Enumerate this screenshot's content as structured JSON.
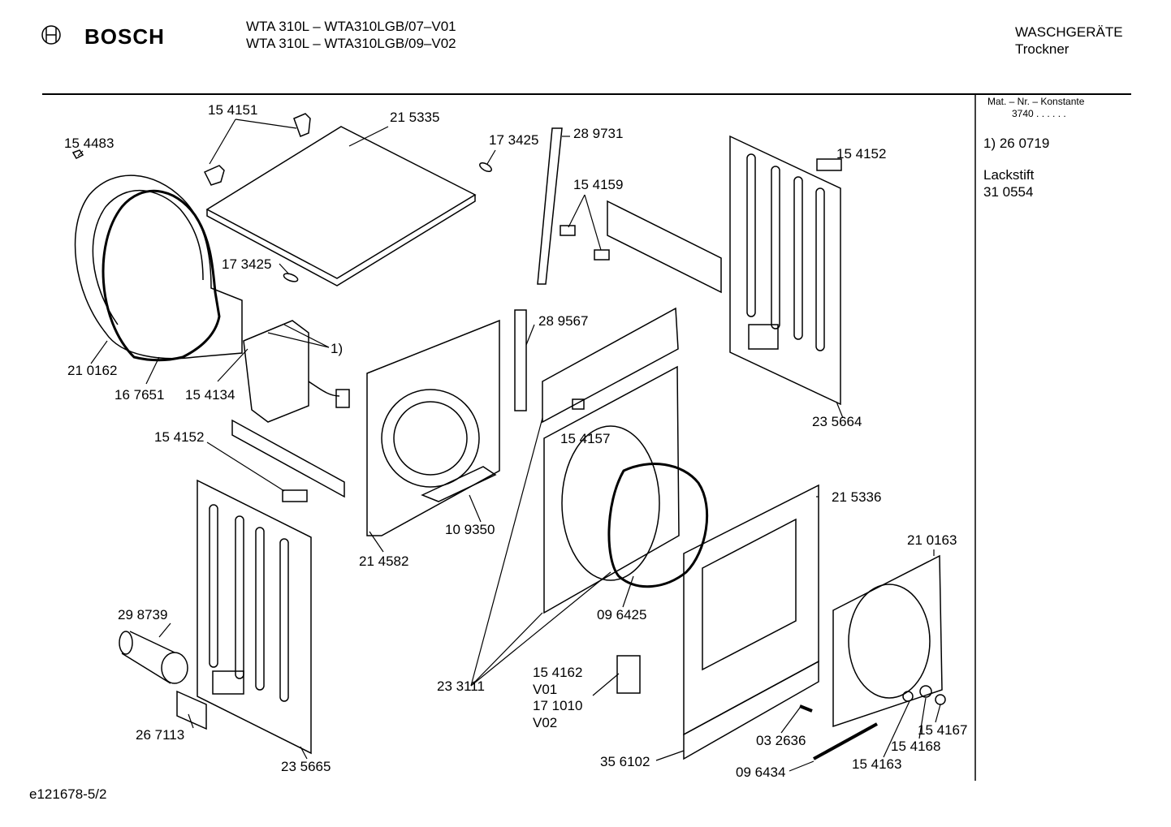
{
  "header": {
    "brand": "BOSCH",
    "model_line1": "WTA 310L – WTA310LGB/07–V01",
    "model_line2": "WTA 310L – WTA310LGB/09–V02",
    "category": "WASCHGERÄTE",
    "subcategory": "Trockner"
  },
  "sidebar": {
    "mat_label": "Mat. – Nr. – Konstante",
    "mat_value": "3740  .  .   .  .  .  .",
    "note1": "1) 26 0719",
    "lackstift_label": "Lackstift",
    "lackstift_value": "31 0554"
  },
  "footer": {
    "doc_id": "e121678-5/2"
  },
  "parts": [
    {
      "id": "p1",
      "label": "15 4151"
    },
    {
      "id": "p2",
      "label": "21 5335"
    },
    {
      "id": "p3",
      "label": "15 4483"
    },
    {
      "id": "p4",
      "label": "17 3425"
    },
    {
      "id": "p5",
      "label": "28 9731"
    },
    {
      "id": "p6",
      "label": "15 4159"
    },
    {
      "id": "p7",
      "label": "15 4152"
    },
    {
      "id": "p8",
      "label": "17 3425"
    },
    {
      "id": "p9",
      "label": "28 9567"
    },
    {
      "id": "p10",
      "label": "1)"
    },
    {
      "id": "p11",
      "label": "21 0162"
    },
    {
      "id": "p12",
      "label": "16 7651"
    },
    {
      "id": "p13",
      "label": "15 4134"
    },
    {
      "id": "p14",
      "label": "23 5664"
    },
    {
      "id": "p15",
      "label": "15 4152"
    },
    {
      "id": "p16",
      "label": "15 4157"
    },
    {
      "id": "p17",
      "label": "21 5336"
    },
    {
      "id": "p18",
      "label": "10 9350"
    },
    {
      "id": "p19",
      "label": "21 4582"
    },
    {
      "id": "p20",
      "label": "21 0163"
    },
    {
      "id": "p21",
      "label": "29 8739"
    },
    {
      "id": "p22",
      "label": "09 6425"
    },
    {
      "id": "p23",
      "label": "15 4162"
    },
    {
      "id": "p24",
      "label": "V01"
    },
    {
      "id": "p25",
      "label": "17 1010"
    },
    {
      "id": "p26",
      "label": "V02"
    },
    {
      "id": "p27",
      "label": "23 3111"
    },
    {
      "id": "p28",
      "label": "15 4167"
    },
    {
      "id": "p29",
      "label": "15 4168"
    },
    {
      "id": "p30",
      "label": "26 7113"
    },
    {
      "id": "p31",
      "label": "03 2636"
    },
    {
      "id": "p32",
      "label": "15 4163"
    },
    {
      "id": "p33",
      "label": "35 6102"
    },
    {
      "id": "p34",
      "label": "09 6434"
    },
    {
      "id": "p35",
      "label": "23 5665"
    }
  ]
}
